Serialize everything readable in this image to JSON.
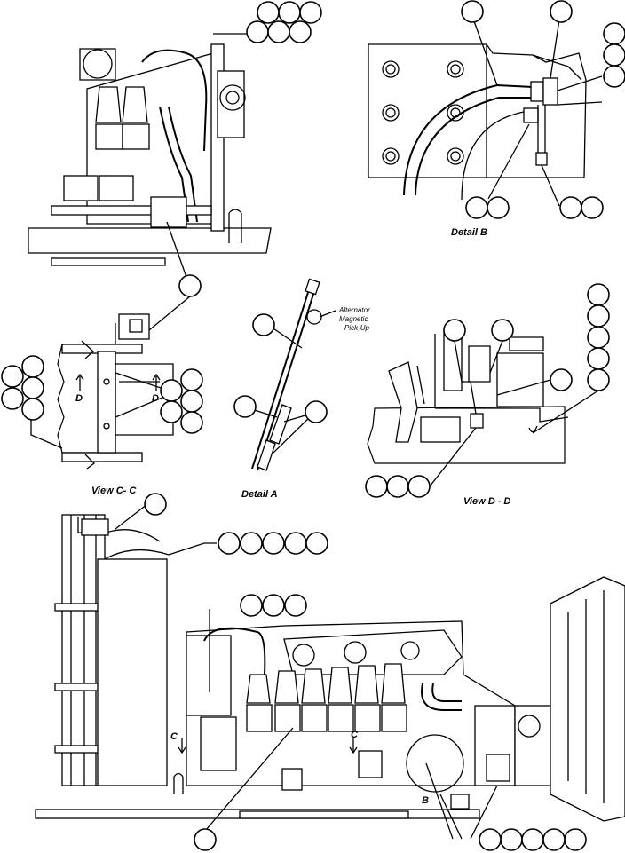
{
  "views": {
    "view_c": "View C- C",
    "detail_a": "Detail A",
    "view_d": "View D - D",
    "detail_b": "Detail B"
  },
  "annotations": {
    "alternator_line1": "Alternator",
    "alternator_line2": "Magnetic",
    "alternator_line3": "Pick-Up",
    "section_c_left": "C",
    "section_c_right": "C",
    "section_d_left": "D",
    "section_d_right": "D",
    "detail_b_marker": "B"
  }
}
